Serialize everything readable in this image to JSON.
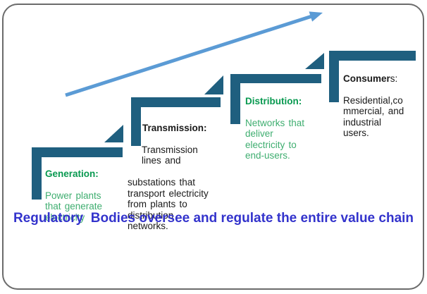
{
  "diagram": {
    "title_caption": "Regulatory  Bodies oversee and regulate the entire value chain",
    "arrow": {
      "description": "upward-trend-arrow",
      "color": "#5b9bd5"
    },
    "colors": {
      "step_shape": "#1f5f7f",
      "green_header": "#089950",
      "green_body": "#3fae70",
      "black_text": "#1a1a1a",
      "caption_blue": "#3333cc",
      "frame_border": "#6b6b6b"
    },
    "steps": [
      {
        "id": "generation",
        "header": "Generation:",
        "body": "Power plants\nthat generate\nelectricity"
      },
      {
        "id": "transmission",
        "header": "Transmission:",
        "body_upper": "Transmission\nlines and",
        "body_lower": "substations that\ntransport electricity\nfrom plants to\ndistribution\nnetworks."
      },
      {
        "id": "distribution",
        "header": "Distribution:",
        "body": "Networks that\ndeliver\nelectricity to\nend-users."
      },
      {
        "id": "consumers",
        "header_bold": "Consumer",
        "header_rest": "s:",
        "body": "Residential,co\nmmercial, and\nindustrial\nusers."
      }
    ]
  }
}
